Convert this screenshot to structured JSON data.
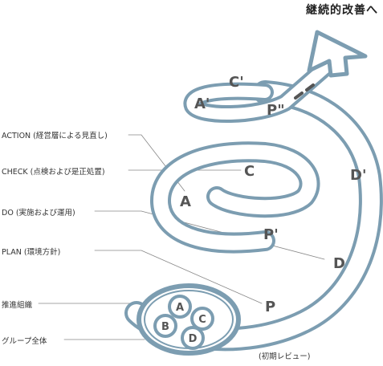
{
  "heading": "継続的改善へ",
  "labels": {
    "action": "ACTION (経営層による見直し)",
    "check": "CHECK (点検および是正処置)",
    "do": "DO (実施および運用)",
    "plan": "PLAN (環境方針)",
    "promotion": "推進組織",
    "group": "グループ全体"
  },
  "note": "(初期レビュー)",
  "spiral_letters": {
    "c_prime": "C'",
    "a_prime": "A'",
    "p_double_prime": "P\"",
    "c": "C",
    "d_prime": "D'",
    "a": "A",
    "p_prime": "P'",
    "d": "D",
    "p": "P"
  },
  "core_letters": [
    "A",
    "B",
    "C",
    "D"
  ],
  "colors": {
    "tube": "#7c9db1",
    "tube_fill": "#ffffff",
    "ink": "#333333"
  }
}
